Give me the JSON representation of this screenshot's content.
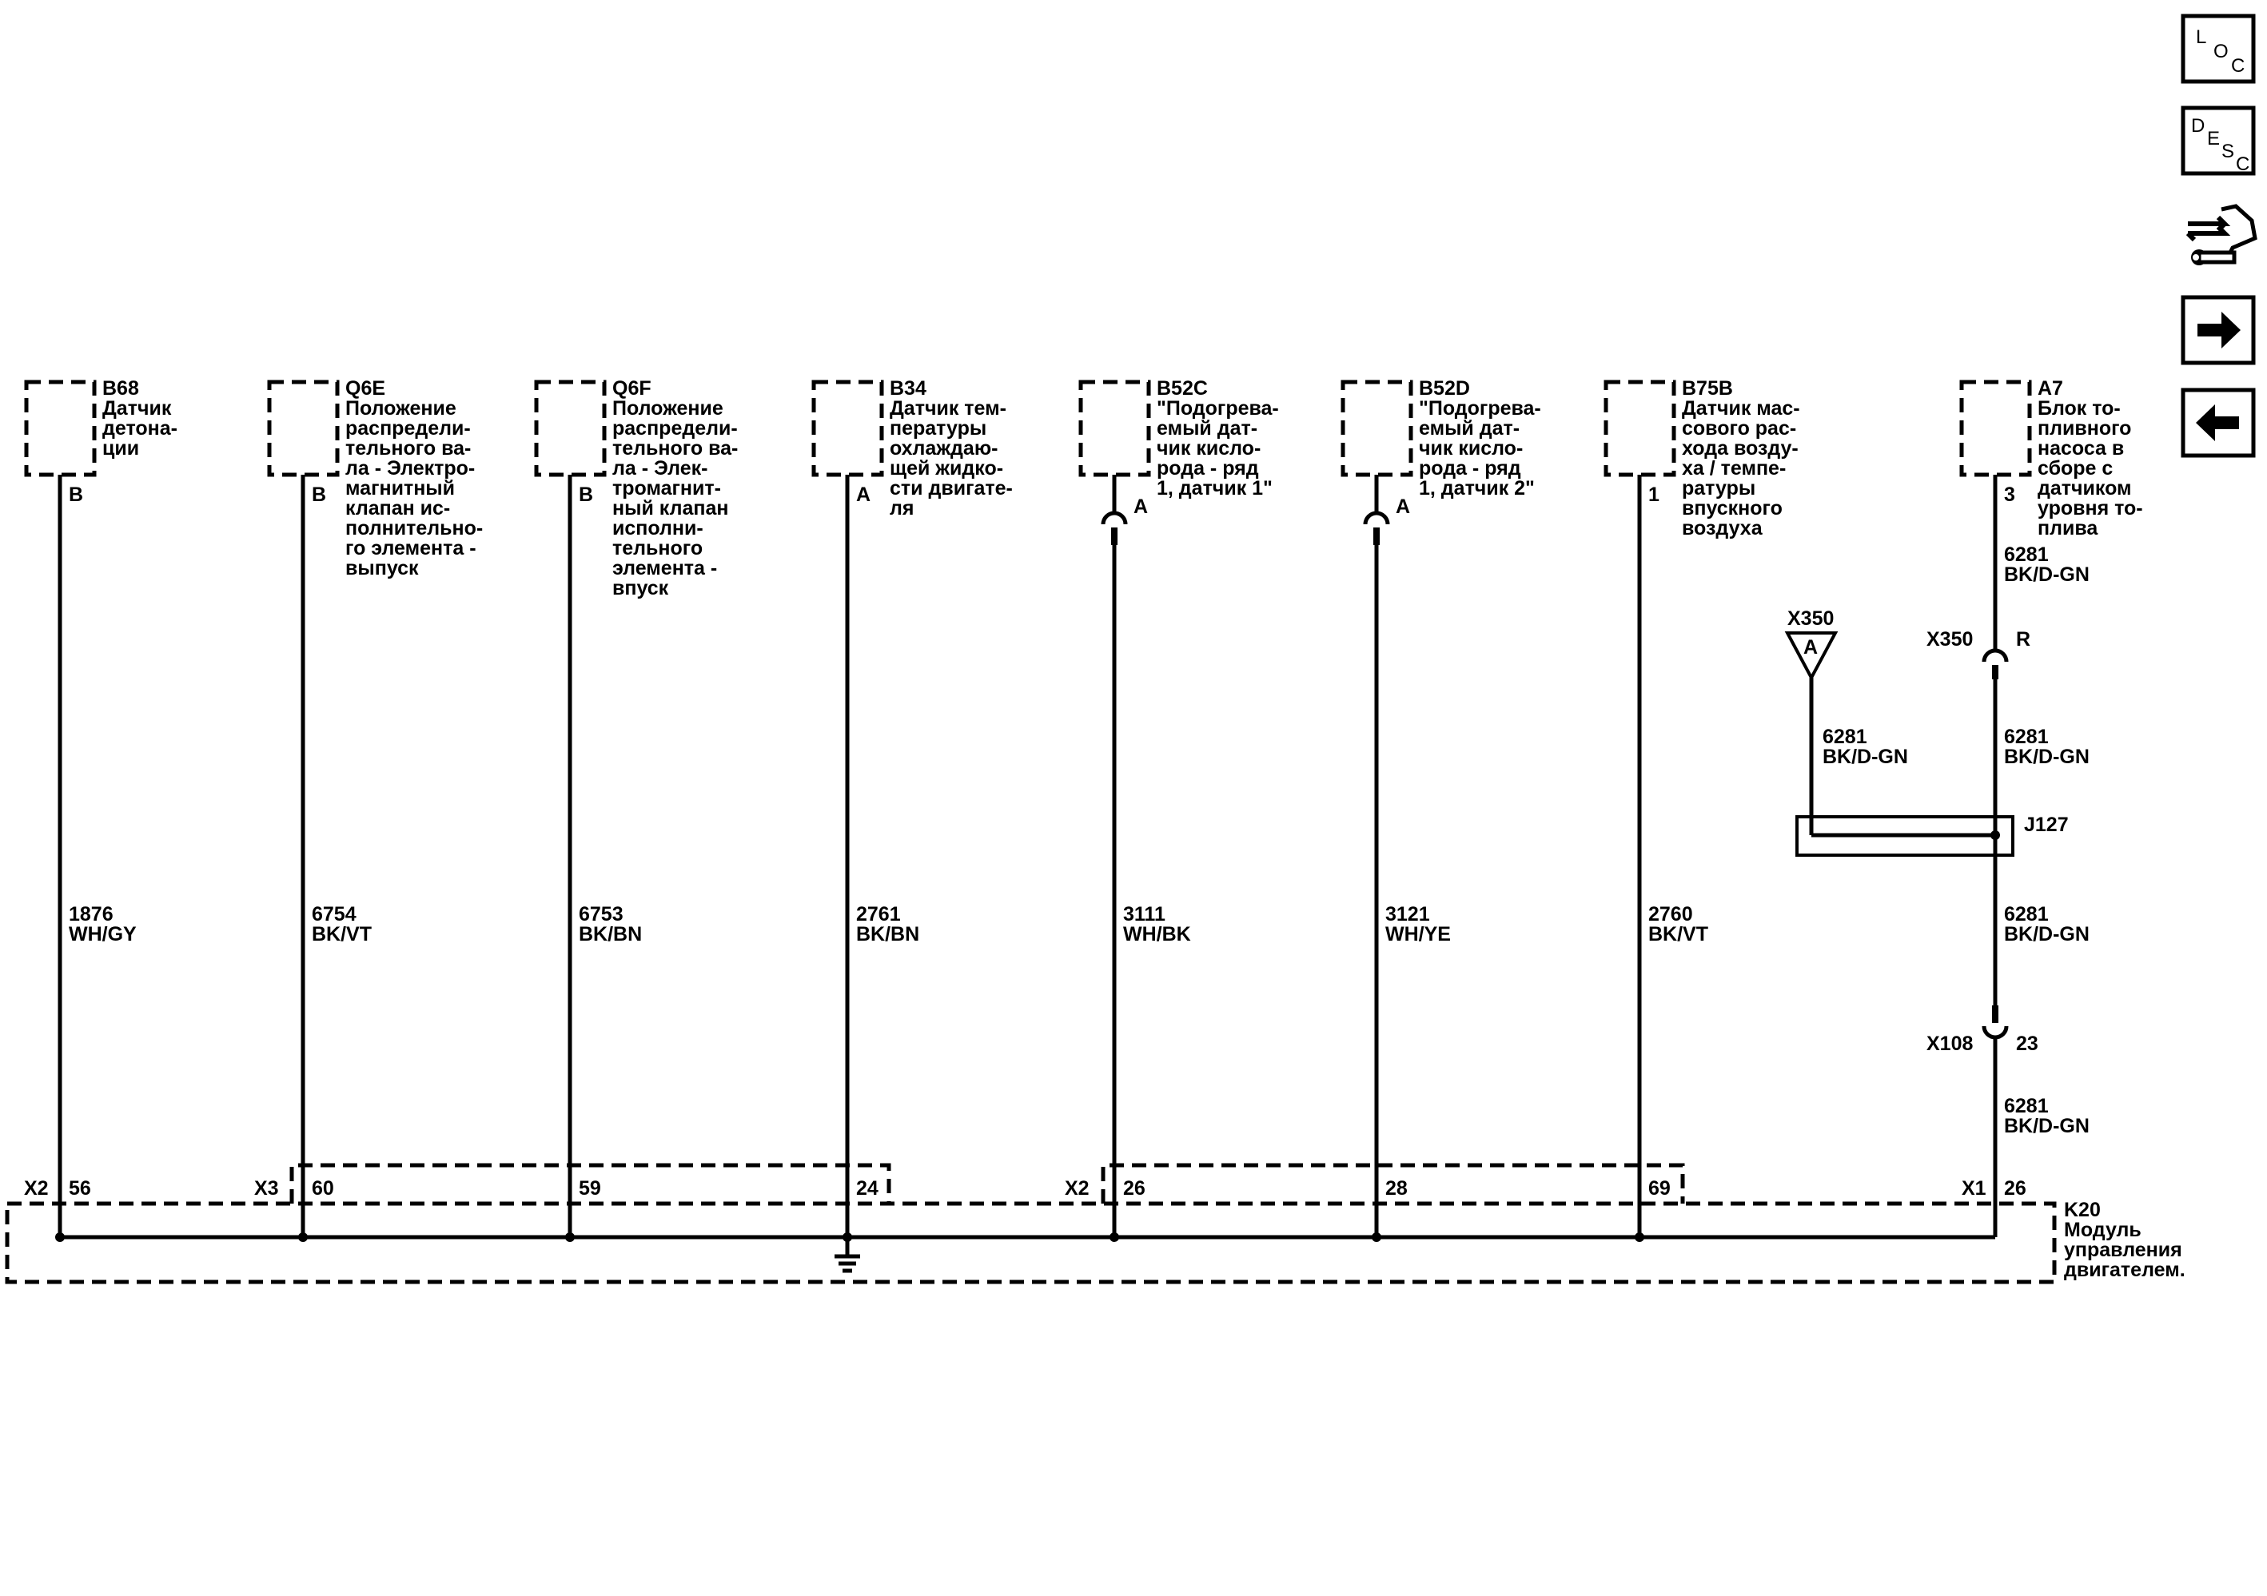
{
  "nav": {
    "loc": {
      "c1": "L",
      "c2": "O",
      "c3": "C"
    },
    "desc": {
      "c1": "D",
      "c2": "E",
      "c3": "S",
      "c4": "C"
    }
  },
  "components": [
    {
      "id": "B68",
      "desc": [
        "Датчик",
        "детона-",
        "ции"
      ],
      "pin": "B",
      "wire": "1876",
      "color": "WH/GY",
      "conn": "X2",
      "ecm_pin": "56"
    },
    {
      "id": "Q6E",
      "desc": [
        "Положение",
        "распредели-",
        "тельного ва-",
        "ла - Электро-",
        "магнитный",
        "клапан ис-",
        "полнительно-",
        "го элемента -",
        "выпуск"
      ],
      "pin": "B",
      "wire": "6754",
      "color": "BK/VT",
      "conn": "X3",
      "ecm_pin": "60"
    },
    {
      "id": "Q6F",
      "desc": [
        "Положение",
        "распредели-",
        "тельного ва-",
        "ла - Элек-",
        "тромагнит-",
        "ный клапан",
        "исполни-",
        "тельного",
        "элемента -",
        "впуск"
      ],
      "pin": "B",
      "wire": "6753",
      "color": "BK/BN",
      "conn": "",
      "ecm_pin": "59"
    },
    {
      "id": "B34",
      "desc": [
        "Датчик тем-",
        "пературы",
        "охлаждаю-",
        "щей жидко-",
        "сти двигате-",
        "ля"
      ],
      "pin": "A",
      "wire": "2761",
      "color": "BK/BN",
      "conn": "",
      "ecm_pin": "24"
    },
    {
      "id": "B52C",
      "desc": [
        "\"Подогрева-",
        "емый дат-",
        "чик кисло-",
        "рода - ряд",
        "1, датчик 1\""
      ],
      "pin": "A",
      "wire": "3111",
      "color": "WH/BK",
      "conn": "X2",
      "ecm_pin": "26"
    },
    {
      "id": "B52D",
      "desc": [
        "\"Подогрева-",
        "емый дат-",
        "чик кисло-",
        "рода - ряд",
        "1, датчик 2\""
      ],
      "pin": "A",
      "wire": "3121",
      "color": "WH/YE",
      "conn": "",
      "ecm_pin": "28"
    },
    {
      "id": "B75B",
      "desc": [
        "Датчик мас-",
        "сового рас-",
        "хода возду-",
        "ха / темпе-",
        "ратуры",
        "впускного",
        "воздуха"
      ],
      "pin": "1",
      "wire": "2760",
      "color": "BK/VT",
      "conn": "",
      "ecm_pin": "69"
    },
    {
      "id": "A7",
      "desc": [
        "Блок то-",
        "пливного",
        "насоса в",
        "сборе с",
        "датчиком",
        "уровня то-",
        "плива"
      ],
      "pin": "3",
      "wire": "6281",
      "color": "BK/D-GN",
      "conn": "X1",
      "ecm_pin": "26"
    }
  ],
  "a7_segments": [
    {
      "num": "6281",
      "color": "BK/D-GN"
    },
    {
      "num": "6281",
      "color": "BK/D-GN"
    },
    {
      "num": "6281",
      "color": "BK/D-GN"
    },
    {
      "num": "6281",
      "color": "BK/D-GN"
    }
  ],
  "connectors": {
    "x350_r": {
      "name": "X350",
      "pin": "R"
    },
    "x350_a": {
      "name": "X350",
      "pin": "A"
    },
    "branch": {
      "num": "6281",
      "color": "BK/D-GN"
    },
    "splice": "J127",
    "x108": {
      "name": "X108",
      "pin": "23"
    }
  },
  "ecm": {
    "id": "K20",
    "desc": [
      "Модуль",
      "управления",
      "двигателем."
    ]
  }
}
